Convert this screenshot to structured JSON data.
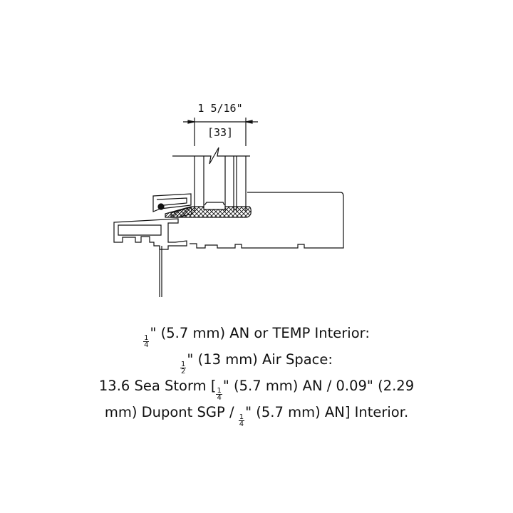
{
  "dimension": {
    "imperial": "1 5/16\"",
    "metric": "[33]"
  },
  "caption": {
    "line1": {
      "frac_num": "1",
      "frac_den": "4",
      "text": "\" (5.7 mm) AN or TEMP Interior:"
    },
    "line2": {
      "frac_num": "1",
      "frac_den": "2",
      "text": "\" (13 mm) Air Space:"
    },
    "line3": {
      "prefix": "13.6 Sea Storm [",
      "frac_num": "1",
      "frac_den": "4",
      "text": "\" (5.7 mm) AN / 0.09\" (2.29"
    },
    "line4": {
      "prefix": "mm) Dupont SGP / ",
      "frac_num": "1",
      "frac_den": "4",
      "text": "\" (5.7 mm) AN] Interior."
    }
  },
  "colors": {
    "line": "#111111",
    "background": "#ffffff"
  }
}
